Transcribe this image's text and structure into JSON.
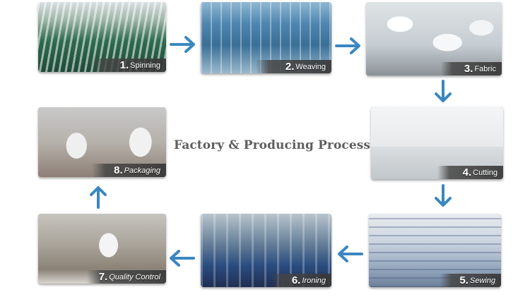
{
  "title": "Factory & Producing Process",
  "colors": {
    "arrow": "#3a87c0",
    "title": "#5e5e5e",
    "caption_bar": "#464646"
  },
  "steps": [
    {
      "num": "1.",
      "label": "Spinning"
    },
    {
      "num": "2.",
      "label": "Weaving"
    },
    {
      "num": "3.",
      "label": "Fabric"
    },
    {
      "num": "4.",
      "label": "Cutting"
    },
    {
      "num": "5.",
      "label": "Sewing"
    },
    {
      "num": "6.",
      "label": "Ironing"
    },
    {
      "num": "7.",
      "label": "Quality Control"
    },
    {
      "num": "8.",
      "label": "Packaging"
    }
  ],
  "arrows": [
    {
      "from": "1",
      "to": "2",
      "direction": "right",
      "icon": "arrow-right-icon"
    },
    {
      "from": "2",
      "to": "3",
      "direction": "right",
      "icon": "arrow-right-icon"
    },
    {
      "from": "3",
      "to": "4",
      "direction": "down",
      "icon": "arrow-down-icon"
    },
    {
      "from": "4",
      "to": "5",
      "direction": "down",
      "icon": "arrow-down-icon"
    },
    {
      "from": "5",
      "to": "6",
      "direction": "left",
      "icon": "arrow-left-icon"
    },
    {
      "from": "6",
      "to": "7",
      "direction": "left",
      "icon": "arrow-left-icon"
    },
    {
      "from": "7",
      "to": "8",
      "direction": "up",
      "icon": "arrow-up-icon"
    }
  ]
}
